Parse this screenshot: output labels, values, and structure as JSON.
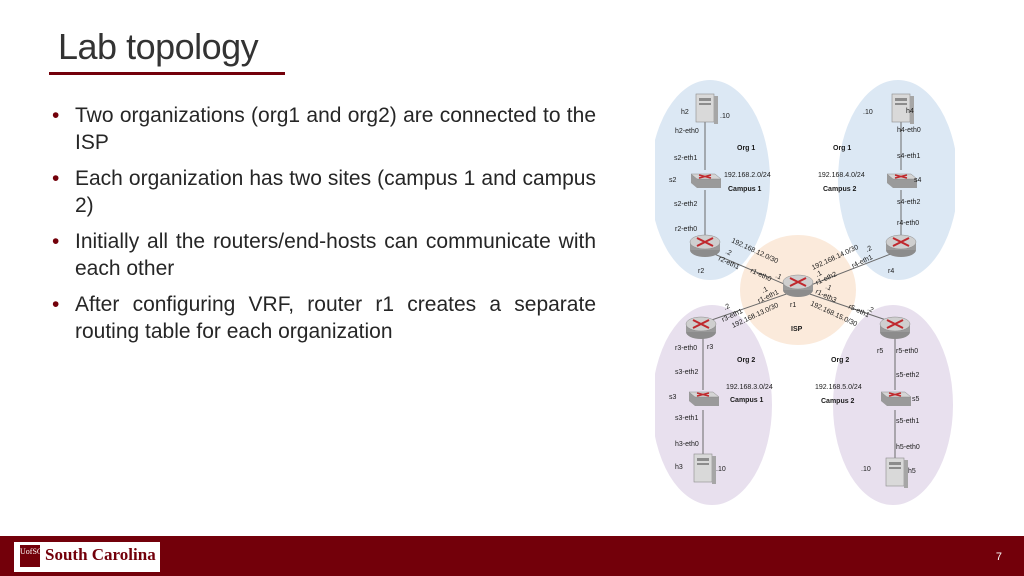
{
  "slide": {
    "title": "Lab topology",
    "bullets": [
      "Two organizations (org1 and org2) are connected to the ISP",
      "Each organization has two sites (campus 1 and campus 2)",
      "Initially all the routers/end-hosts can communicate with each other",
      "After configuring VRF, router r1 creates a separate routing table for each organization"
    ],
    "page_number": "7"
  },
  "footer": {
    "logo_text": "South Carolina",
    "logo_seal": "UofSC"
  },
  "colors": {
    "accent": "#73000a",
    "org1_bg": "#dce8f4",
    "org2_bg": "#e8e0ee",
    "isp_bg": "#fbeadb"
  },
  "topology": {
    "hosts": {
      "h2": "h2",
      "h4": "h4",
      "h3": "h3",
      "h5": "h5",
      "h2_ip": ".10",
      "h4_ip": ".10",
      "h3_ip": ".10",
      "h5_ip": ".10"
    },
    "switches": {
      "s2": "s2",
      "s4": "s4",
      "s3": "s3",
      "s5": "s5"
    },
    "routers": {
      "r1": "r1",
      "r2": "r2",
      "r3": "r3",
      "r4": "r4",
      "r5": "r5"
    },
    "interfaces": {
      "h2_eth0": "h2-eth0",
      "s2_eth1": "s2-eth1",
      "s2_eth2": "s2-eth2",
      "r2_eth0": "r2-eth0",
      "r2_eth1": "r2-eth1",
      "h4_eth0": "h4-eth0",
      "s4_eth1": "s4-eth1",
      "s4_eth2": "s4-eth2",
      "r4_eth0": "r4-eth0",
      "r4_eth1": "r4-eth1",
      "r1_eth0": "r1-eth0",
      "r1_eth1": "r1-eth1",
      "r1_eth2": "r1-eth2",
      "r1_eth3": "r1-eth3",
      "r3_eth0": "r3-eth0",
      "r3_eth1": "r3-eth1",
      "s3_eth2": "s3-eth2",
      "s3_eth1": "s3-eth1",
      "h3_eth0": "h3-eth0",
      "r5_eth0": "r5-eth0",
      "r5_eth1": "r5-eth1",
      "s5_eth2": "s5-eth2",
      "s5_eth1": "s5-eth1",
      "h5_eth0": "h5-eth0"
    },
    "orgs": {
      "tl_org": "Org 1",
      "tl_campus": "Campus 1",
      "tl_subnet": "192.168.2.0/24",
      "tr_org": "Org 1",
      "tr_campus": "Campus 2",
      "tr_subnet": "192.168.4.0/24",
      "bl_org": "Org 2",
      "bl_campus": "Campus 1",
      "bl_subnet": "192.168.3.0/24",
      "br_org": "Org 2",
      "br_campus": "Campus 2",
      "br_subnet": "192.168.5.0/24",
      "isp": "ISP"
    },
    "links": {
      "r1_r2": "192.168.12.0/30",
      "r1_r4": "192.168.14.0/30",
      "r1_r3": "192.168.13.0/30",
      "r1_r5": "192.168.15.0/30",
      "dot1": ".1",
      "dot2": ".2"
    }
  }
}
